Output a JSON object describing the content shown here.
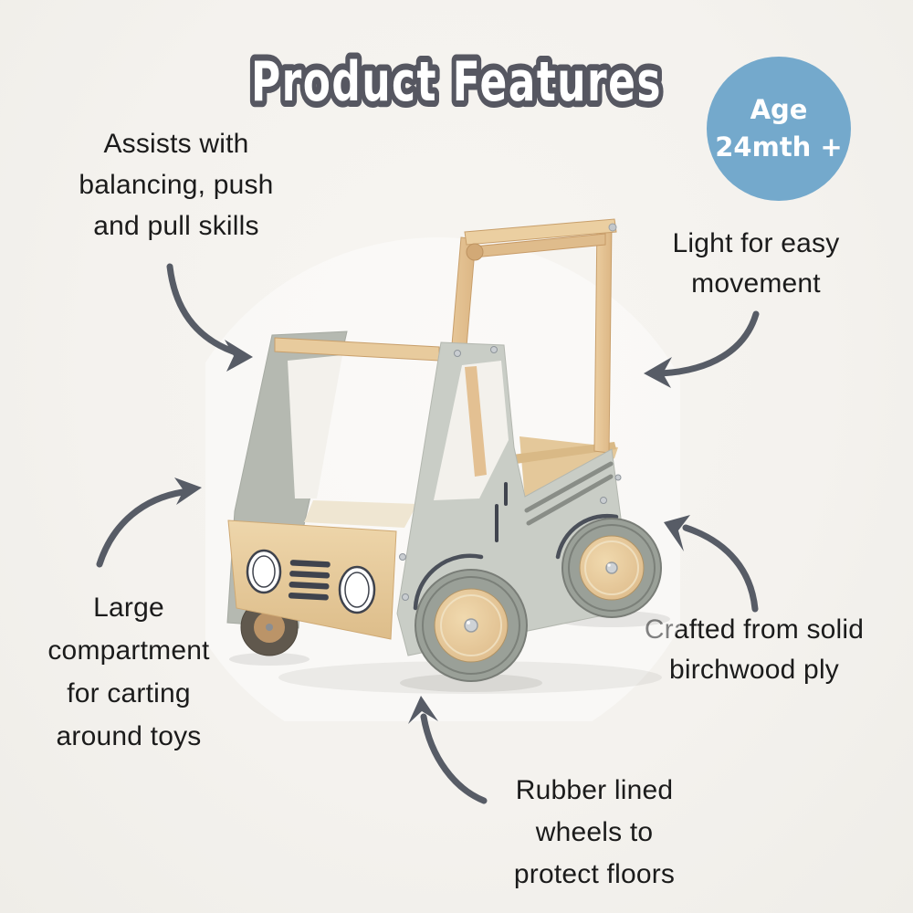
{
  "title": {
    "text": "Product Features"
  },
  "age_badge": {
    "line1": "Age",
    "line2": "24mth +"
  },
  "features": [
    {
      "id": "assists",
      "lines": [
        "Assists with",
        "balancing, push",
        "and pull skills"
      ]
    },
    {
      "id": "light",
      "lines": [
        "Light for easy",
        "movement"
      ]
    },
    {
      "id": "large",
      "lines": [
        "Large",
        "compartment",
        "for carting",
        "around toys"
      ]
    },
    {
      "id": "crafted",
      "lines": [
        "Crafted from solid",
        "birchwood ply"
      ]
    },
    {
      "id": "rubber",
      "lines": [
        "Rubber lined",
        "wheels to",
        "protect floors"
      ]
    }
  ],
  "product": {
    "description": "Grey and natural-wood toy truck push walker with handle, open toy compartment and four wheels"
  },
  "colors": {
    "background": "#f4f2ee",
    "title_fill": "#ffffff",
    "title_outline": "#565761",
    "badge_blue": "#74a9cc",
    "text": "#1b1b1b",
    "arrow": "#575c66",
    "body_gray": "#c9cdc6",
    "body_gray_far": "#b5b9b1",
    "wood": "#e8cb9e",
    "wheel_rubber_gray": "#9aa098",
    "graphic_dark": "#40444e"
  }
}
